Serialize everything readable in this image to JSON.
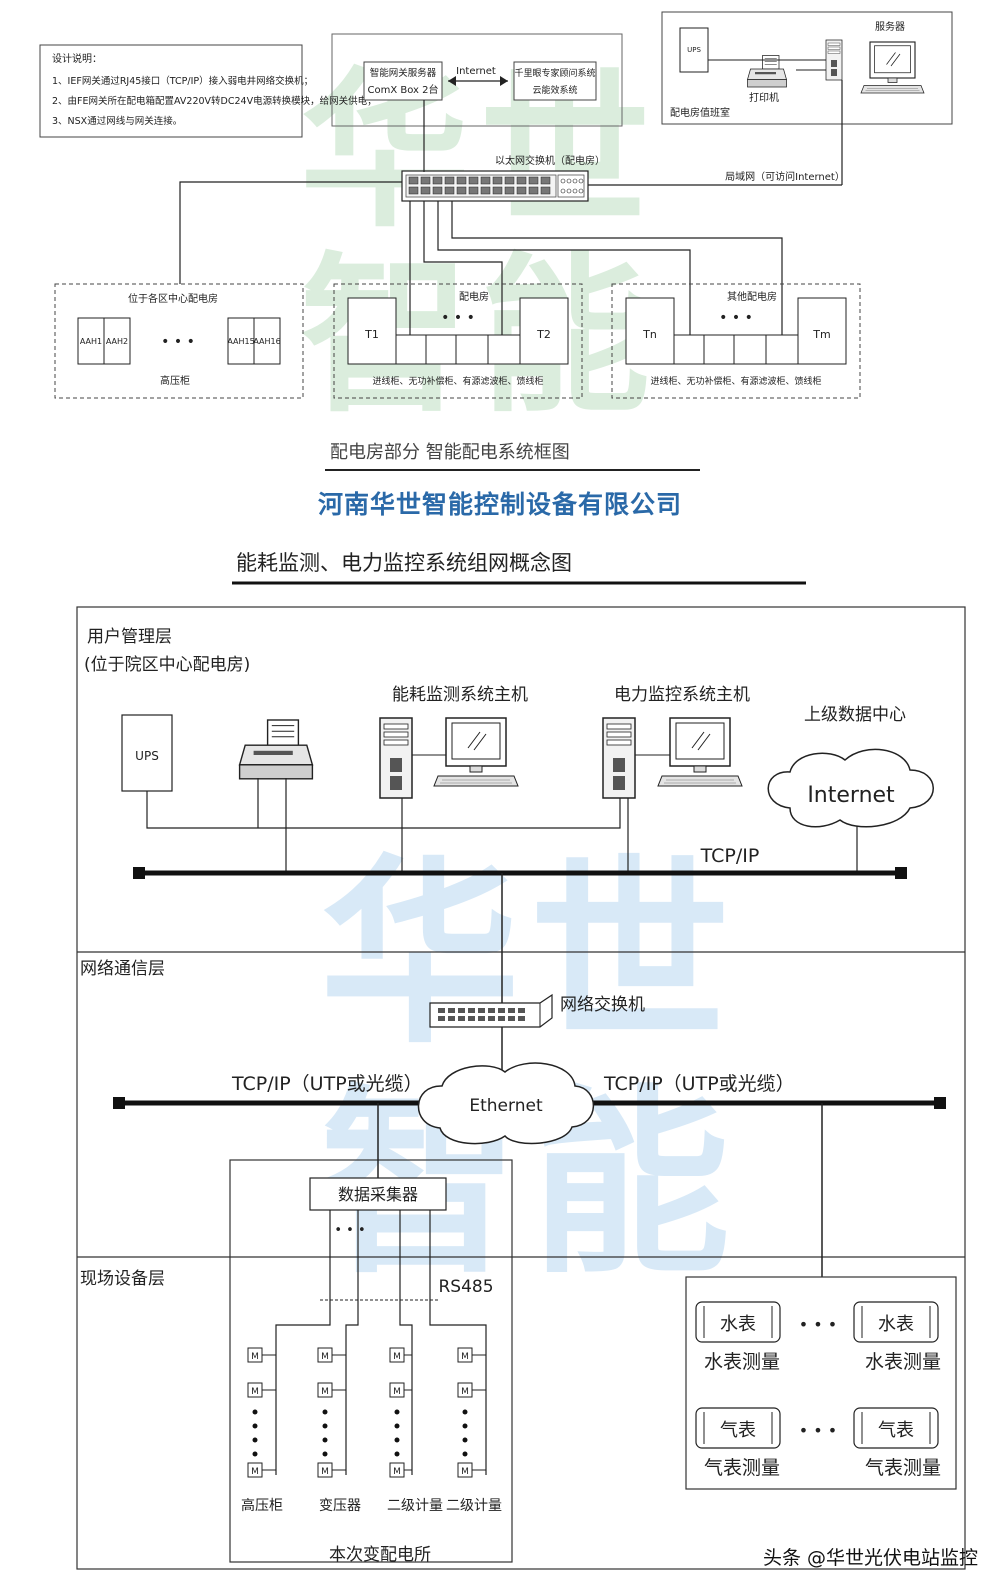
{
  "top_diagram": {
    "notes_title": "设计说明：",
    "notes": [
      "1、IEF网关通过RJ45接口（TCP/IP）接入弱电井网络交换机；",
      "2、由FE网关所在配电箱配置AV220V转DC24V电源转换模块，给网关供电；",
      "3、NSX通过网线与网关连接。"
    ],
    "gateway_line1": "智能网关服务器",
    "gateway_line2": "ComX Box 2台",
    "internet_label": "Internet",
    "cloud_line1": "千里眼专家顾问系统",
    "cloud_line2": "云能效系统",
    "duty_room": "配电房值班室",
    "ups": "UPS",
    "printer": "打印机",
    "server": "服务器",
    "switch_label": "以太网交换机（配电房）",
    "lan_label": "局域网（可访问Internet）",
    "box1_title": "位于各区中心配电房",
    "box1_cabinets": [
      "AAH1",
      "AAH2",
      "AAH15",
      "AAH16"
    ],
    "box1_caption": "高压柜",
    "box2_title": "配电房",
    "box2_t1": "T1",
    "box2_t2": "T2",
    "box2_caption": "进线柜、无功补偿柜、有源滤波柜、馈线柜",
    "box3_title": "其他配电房",
    "box3_tn": "Tn",
    "box3_tm": "Tm",
    "box3_caption": "进线柜、无功补偿柜、有源滤波柜、馈线柜",
    "title": "配电房部分 智能配电系统框图",
    "ellipsis": "• • •"
  },
  "company": "河南华世智能控制设备有限公司",
  "bottom_title": "能耗监测、电力监控系统组网概念图",
  "bottom_diagram": {
    "layer1_line1": "用户管理层",
    "layer1_line2": "(位于院区中心配电房)",
    "energy_host": "能耗监测系统主机",
    "power_host": "电力监控系统主机",
    "upper_center": "上级数据中心",
    "internet": "Internet",
    "ups": "UPS",
    "tcpip": "TCP/IP",
    "layer2": "网络通信层",
    "switch": "网络交换机",
    "tcpip_left": "TCP/IP（UTP或光缆）",
    "tcpip_right": "TCP/IP（UTP或光缆）",
    "ethernet": "Ethernet",
    "collector": "数据采集器",
    "layer3": "现场设备层",
    "rs485": "RS485",
    "meter_mark": "M",
    "columns": [
      "高压柜",
      "变压器",
      "二级计量",
      "二级计量"
    ],
    "substation": "本次变配电所",
    "water_meter": "水表",
    "water_measure": "水表测量",
    "gas_meter": "气表",
    "gas_measure": "气表测量"
  },
  "watermark_top": "华世智能",
  "watermark_bottom": "华世智能",
  "footer": "头条 @华世光伏电站监控"
}
